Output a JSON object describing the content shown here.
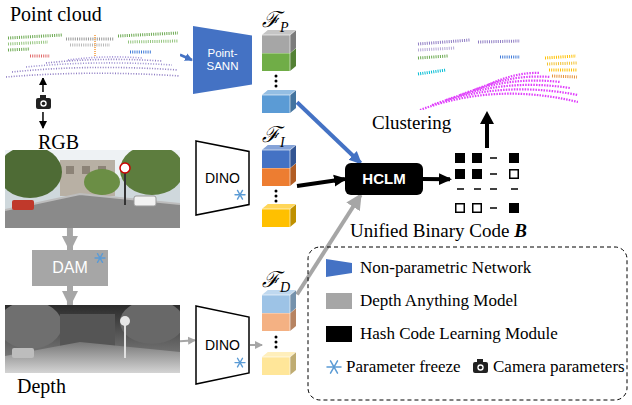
{
  "diagram": {
    "nodes": [
      {
        "text": [
          "Point cloud"
        ]
      },
      {
        "text": [
          "Point-SANN"
        ]
      },
      {
        "text": [
          "ℱ",
          "P"
        ]
      },
      {
        "text": [
          "RGB"
        ]
      },
      {
        "text": [
          "DINO"
        ]
      },
      {
        "text": [
          "ℱ",
          "I"
        ]
      },
      {
        "text": [
          "HCLM"
        ]
      },
      {
        "text": [
          "Unified Binary Code",
          "B"
        ]
      },
      {
        "text": [
          "DAM"
        ]
      },
      {
        "text": [
          "Depth"
        ]
      },
      {
        "text": [
          "DINO"
        ]
      },
      {
        "text": [
          "ℱ",
          "D"
        ]
      }
    ],
    "edges": [
      {
        "from": 0,
        "to": 1,
        "arrow": "to"
      },
      {
        "from": 0,
        "to": 3,
        "arrow": "both"
      },
      {
        "from": 2,
        "to": 6,
        "arrow": "to"
      },
      {
        "from": 5,
        "to": 6,
        "arrow": "to"
      },
      {
        "from": 6,
        "to": 7,
        "arrow": "to"
      },
      {
        "from": 3,
        "to": 8,
        "arrow": "to"
      },
      {
        "from": 8,
        "to": 9,
        "arrow": "to"
      },
      {
        "from": 9,
        "to": 10,
        "arrow": "to"
      },
      {
        "from": 10,
        "to": 11,
        "arrow": "to"
      },
      {
        "from": 11,
        "to": 6,
        "arrow": "to"
      }
    ],
    "labels": [
      "Clustering"
    ],
    "legend": [
      {
        "text": "Non-parametric Network"
      },
      {
        "text": "Depth Anything Model",
        "color": "#a6a6a6"
      },
      {
        "text": "Hash Code Learning Module",
        "color": "#000000"
      },
      {
        "text": "Parameter freeze"
      },
      {
        "text": "Camera parameters"
      }
    ]
  }
}
